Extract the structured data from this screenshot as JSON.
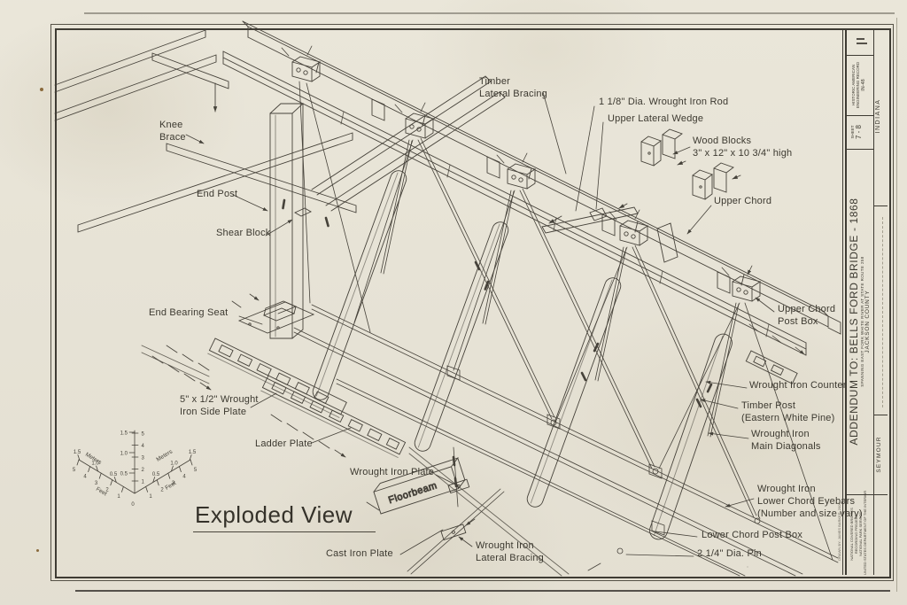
{
  "page": {
    "paper_color": "#e9e5d8",
    "ink_color": "#46423a"
  },
  "title": {
    "text": "Exploded View"
  },
  "labels": {
    "knee1": "Knee",
    "knee2": "Brace",
    "end_post": "End Post",
    "shear_block": "Shear Block",
    "end_bearing_seat": "End Bearing Seat",
    "side_plate1": "5\" x 1/2\" Wrought",
    "side_plate2": "Iron Side Plate",
    "ladder_plate": "Ladder Plate",
    "wrought_iron_plate": "Wrought Iron Plate",
    "floorbeam": "Floorbeam",
    "cast_iron_plate": "Cast Iron Plate",
    "wi_lat1": "Wrought Iron",
    "wi_lat2": "Lateral Bracing",
    "timber_lat1": "Timber",
    "timber_lat2": "Lateral Bracing",
    "rod": "1 1/8\" Dia. Wrought Iron Rod",
    "wedge": "Upper Lateral Wedge",
    "wood1": "Wood Blocks",
    "wood2": "3\" x 12\" x 10 3/4\" high",
    "upper_chord": "Upper Chord",
    "ucpb1": "Upper Chord",
    "ucpb2": "Post Box",
    "counter": "Wrought Iron Counter",
    "timber_post1": "Timber Post",
    "timber_post2": "(Eastern White Pine)",
    "diag1": "Wrought Iron",
    "diag2": "Main Diagonals",
    "eyebars1": "Wrought Iron",
    "eyebars2": "Lower Chord Eyebars",
    "eyebars3": "(Number and size vary)",
    "lcpb": "Lower Chord Post Box",
    "pin": "2 1/4\" Dia. Pin"
  },
  "scale": {
    "feet": "Feet",
    "meters": "Meters",
    "zero": "0",
    "f": [
      "1",
      "2",
      "3",
      "4",
      "5"
    ],
    "m": [
      "0.5",
      "1.0",
      "1.5"
    ]
  },
  "titleblock": {
    "haer1": "HISTORIC AMERICAN",
    "haer2": "ENGINEERING RECORD",
    "haer_no": "IN-48",
    "sheet_word": "SHEET",
    "sheet_no": "7 - 8",
    "state": "INDIANA",
    "main_title": "ADDENDUM TO:  BELLS FORD BRIDGE  -  1868",
    "subtitle": "SPANNING EAST FORK WHITE RIVER AT STATE ROUTE 258",
    "county": "JACKSON COUNTY",
    "city": "SEYMOUR",
    "agency1": "NATIONAL COVERED BRIDGES",
    "agency2": "RECORDING PROJECT",
    "agency3": "NATIONAL PARK SERVICE",
    "agency4": "UNITED STATES DEPARTMENT OF THE INTERIOR",
    "drawn_by": "DRAWN BY: JAMES BARKER, 2006"
  }
}
